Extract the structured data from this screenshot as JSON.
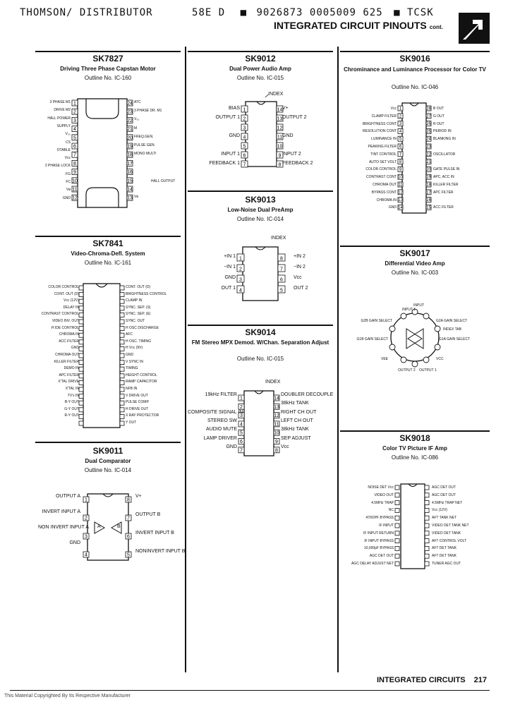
{
  "header": {
    "distributor": "THOMSON/ DISTRIBUTOR",
    "code1": "58E D",
    "code2": "9026873 0005009 625",
    "code3": "TCSK",
    "title": "INTEGRATED CIRCUIT PINOUTS",
    "cont": "cont."
  },
  "sections": {
    "sk7827": {
      "part": "SK7827",
      "desc": "Driving Three Phase Capstan Motor",
      "outline": "Outline No. IC-160",
      "left": [
        "3 PHASE M1",
        "DRIVE M2",
        "HALL POWER",
        "SUPPLY",
        "V₀₀",
        "CS",
        "OTABLE",
        "Vcc",
        "2 PHASE LOCK",
        "FG",
        "FC",
        "Vʙ",
        "GND"
      ],
      "left_nums": [
        "1",
        "2",
        "3",
        "4",
        "5",
        "6",
        "7",
        "8",
        "9",
        "10",
        "11",
        "12"
      ],
      "right": [
        "ATC",
        "3 PHASE DR. M1",
        "V₀₀",
        "M",
        "FREQ.GEN.",
        "PULSE GEN.",
        "MONO MULTI",
        "",
        "",
        "",
        "",
        "Vʙ"
      ],
      "right_nums": [
        "24",
        "23",
        "22",
        "21",
        "20",
        "19",
        "18",
        "17",
        "16",
        "15",
        "14",
        "13"
      ],
      "hall": "HALL OUTPUT"
    },
    "sk7841": {
      "part": "SK7841",
      "desc": "Video-Chroma-Defl. System",
      "outline": "Outline No. IC-161",
      "left": [
        "COLOR CONTROL",
        "CONT. OUT (D)",
        "Vcc (12V)",
        "DELAY IN",
        "CONTRAST CONTROL",
        "VIDEO INV. OUT",
        "H IDE CONTROL",
        "CHROMA IN",
        "ACC FILTER",
        "GND",
        "CHROMA OUT",
        "KILLER FILTER",
        "DEMO IN",
        "APC FILTER",
        "X'TAL DRIVE",
        "X'TAL IN",
        "TV'x IN",
        "B-Y OUT",
        "G-Y OUT",
        "R-Y OUT"
      ],
      "right": [
        "CONT. OUT (D)",
        "BRIGHTNESS CONTROL",
        "CLAMP IN",
        "SYNC. SEP. (S)",
        "SYNC. SEP. (E)",
        "SYNC. OUT",
        "H OSC DISCHARGE",
        "AFC",
        "H OSC. TIMING",
        "H Vcc (9V)",
        "GND",
        "V SYNC IN",
        "TIMING",
        "HEIGHT CONTROL",
        "RAMP CAPACITOR",
        "NFB IN",
        "V DRIVE OUT",
        "PULSE COMP.",
        "H DRIVE OUT",
        "X RAY PROTECTOR",
        "Y OUT"
      ]
    },
    "sk9011": {
      "part": "SK9011",
      "desc": "Dual Comparator",
      "outline": "Outline No. IC-014",
      "left": [
        "OUTPUT A",
        "INVERT INPUT A",
        "NON INVERT INPUT A",
        "GND"
      ],
      "left_nums": [
        "1",
        "2",
        "3",
        "4"
      ],
      "right": [
        "V+",
        "OUTPUT B",
        "INVERT INPUT B",
        "NONINVERT INPUT B"
      ],
      "right_nums": [
        "8",
        "7",
        "6",
        "5"
      ],
      "amp_a": "A",
      "amp_b": "B"
    },
    "sk9012": {
      "part": "SK9012",
      "desc": "Dual Power Audio Amp",
      "outline": "Outline No. IC-015",
      "index": "INDEX",
      "left": [
        "BIAS",
        "OUTPUT 1",
        "",
        "GND",
        "",
        "INPUT 1",
        "FEEDBACK 1"
      ],
      "left_nums": [
        "1",
        "2",
        "3",
        "4",
        "5",
        "6",
        "7"
      ],
      "right": [
        "V+",
        "OUTPUT 2",
        "",
        "GND",
        "",
        "INPUT 2",
        "FEEDBACK 2"
      ],
      "right_nums": [
        "14",
        "13",
        "12",
        "11",
        "10",
        "9",
        "8"
      ]
    },
    "sk9013": {
      "part": "SK9013",
      "desc": "Low-Noise Dual PreAmp",
      "outline": "Outline No. IC-014",
      "index": "INDEX",
      "left": [
        "+IN 1",
        "−IN 1",
        "GND",
        "OUT 1"
      ],
      "left_nums": [
        "1",
        "2",
        "3",
        "4"
      ],
      "right": [
        "+IN 2",
        "−IN 2",
        "Vcc",
        "OUT 2"
      ],
      "right_nums": [
        "8",
        "7",
        "6",
        "5"
      ]
    },
    "sk9014": {
      "part": "SK9014",
      "desc": "FM Stereo MPX Demod. W/Chan. Separation Adjust",
      "outline": "Outline No. IC-015",
      "index": "INDEX",
      "left": [
        "19kHz FILTER",
        "",
        "COMPOSITE SIGNAL IN",
        "STEREO SW",
        "AUDIO MUTE",
        "LAMP DRIVER",
        "GND"
      ],
      "left_nums": [
        "1",
        "2",
        "3",
        "4",
        "5",
        "6",
        "7"
      ],
      "right": [
        "DOUBLER DECOUPLE",
        "38kHz TANK",
        "RIGHT CH OUT",
        "LEFT CH OUT",
        "38kHz TANK",
        "SEP ADJUST",
        "Vcc"
      ],
      "right_nums": [
        "14",
        "13",
        "12",
        "11",
        "10",
        "9",
        "8"
      ]
    },
    "sk9016": {
      "part": "SK9016",
      "desc": "Chrominance and Luminance Processor for Color TV",
      "outline": "Outline No. IC-046",
      "left": [
        "Vcc",
        "CLAMP FILTER",
        "BRIGHTNESS CONT",
        "RESOLUTION CONT",
        "LUMINANCE IN",
        "PEAKING FILTER",
        "TINT CONTROL",
        "AUTO SET VOLT",
        "COLOR CONTROL",
        "CONTRAST CONT",
        "CHROMA OUT",
        "BYPASS CONT",
        "CHROMA IN",
        "GND"
      ],
      "left_nums": [
        "1",
        "2",
        "3",
        "4",
        "5",
        "6",
        "7",
        "8",
        "9",
        "10",
        "11",
        "12",
        "13",
        "14"
      ],
      "right": [
        "B OUT",
        "G OUT",
        "R OUT",
        "PERIOD IN",
        "BLANKING IN",
        "",
        "OSCILLATOR",
        "",
        "GATE PULSE IN",
        "APC, ACC IN",
        "KILLER FILTER",
        "APC FILTER",
        "",
        "ACC FILTER"
      ],
      "right_nums": [
        "28",
        "27",
        "26",
        "25",
        "24",
        "23",
        "22",
        "21",
        "20",
        "19",
        "18",
        "17",
        "16",
        "15"
      ]
    },
    "sk9017": {
      "part": "SK9017",
      "desc": "Differential Video Amp",
      "outline": "Outline No. IC-003",
      "labels": [
        "INPUT 1",
        "INPUT",
        "G2B GAIN SELECT",
        "G2A GAIN SELECT",
        "INDEX TAB",
        "G1B GAIN SELECT",
        "G1A GAIN SELECT",
        "VEE",
        "VCC",
        "OUTPUT 2",
        "OUTPUT 1"
      ]
    },
    "sk9018": {
      "part": "SK9018",
      "desc": "Color TV Picture IF Amp",
      "outline": "Outline No. IC-086",
      "left": [
        "NOISE DET Vcc",
        "VIDEO OUT",
        "4.5MHz TRAP",
        "NC",
        "470OPF BYPASS",
        "IF INPUT",
        "IF INPUT RETURN",
        "IF INPUT BYPASS",
        "10,000pF BYPASS",
        "AGC DET OUT",
        "AGC DELAY ADJUST NET"
      ],
      "right": [
        "AGC DET OUT",
        "AGC DET OUT",
        "4.5MHz TRAP NET",
        "Vcc (12V)",
        "AFT TANK NET",
        "VIDEO DET TANK NET",
        "VIDEO DET TANK",
        "AFT CONTROL VOLT",
        "AFT DET TANK",
        "AFT DET TANK",
        "TUNER AGC OUT"
      ]
    }
  },
  "footer": {
    "label": "INTEGRATED CIRCUITS",
    "page": "217",
    "notice": "This Material Copyrighted By Its Respective Manufacturer"
  }
}
